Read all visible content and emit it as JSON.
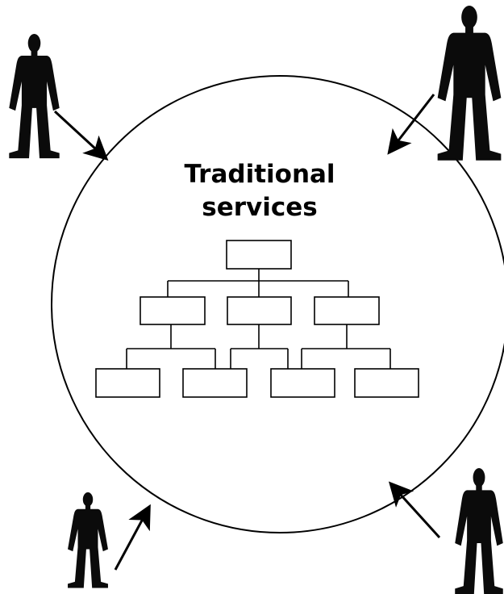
{
  "diagram": {
    "title_line1": "Traditional",
    "title_line2": "services",
    "colors": {
      "figure": "#0b0b0b",
      "stroke": "#000000",
      "background": "#ffffff"
    },
    "people": [
      {
        "id": "person-top-left",
        "icon": "person-icon"
      },
      {
        "id": "person-top-right",
        "icon": "person-icon"
      },
      {
        "id": "person-bottom-left",
        "icon": "person-icon"
      },
      {
        "id": "person-bottom-right",
        "icon": "person-icon"
      }
    ],
    "hierarchy": {
      "levels": 3,
      "level_counts": [
        1,
        3,
        4
      ]
    }
  }
}
